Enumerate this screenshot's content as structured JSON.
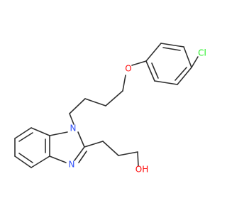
{
  "molecule": {
    "atoms": {
      "oxygen_ether": "O",
      "chlorine": "Cl",
      "nitrogen_1": "N",
      "nitrogen_3": "N",
      "hydroxyl": "OH"
    },
    "colors": {
      "bond": "#2f2f2f",
      "oxygen": "#ff0d0d",
      "chlorine": "#1ff01f",
      "nitrogen": "#3050f8"
    }
  }
}
